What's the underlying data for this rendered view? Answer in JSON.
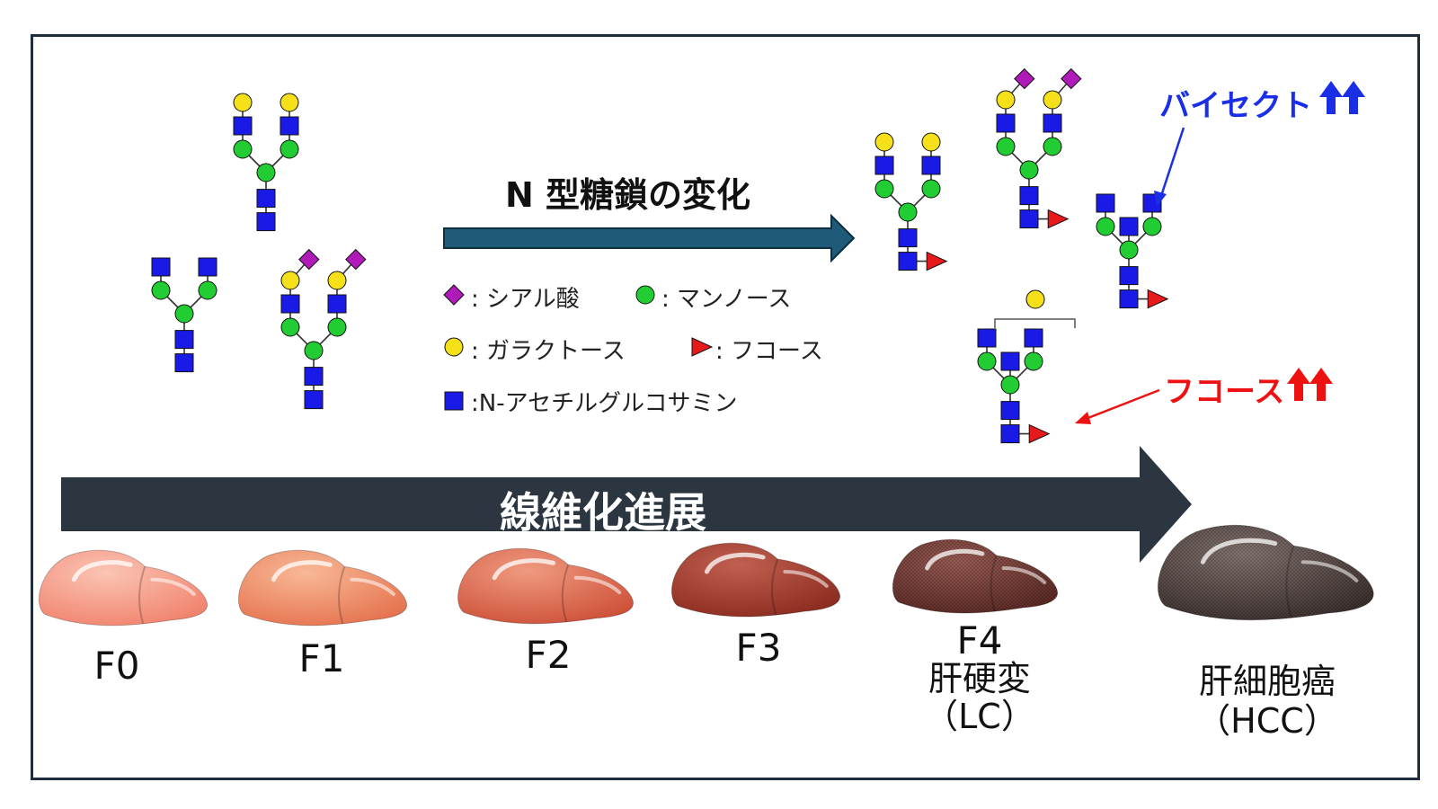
{
  "top_arrow": {
    "label": "N 型糖鎖の変化"
  },
  "bottom_arrow": {
    "label": "線維化進展"
  },
  "legend": {
    "sialic": "シアル酸",
    "mannose": "マンノース",
    "galactose": "ガラクトース",
    "fucose": "フコース",
    "glcnac": "N-アセチルグルコサミン"
  },
  "callouts": {
    "bisect": "バイセクト",
    "fucose": "フコース"
  },
  "stages": [
    {
      "id": "F0",
      "label": "F0",
      "sub": ""
    },
    {
      "id": "F1",
      "label": "F1",
      "sub": ""
    },
    {
      "id": "F2",
      "label": "F2",
      "sub": ""
    },
    {
      "id": "F3",
      "label": "F3",
      "sub": ""
    },
    {
      "id": "F4",
      "label": "F4",
      "sub": "肝硬変",
      "sub2": "（LC）"
    },
    {
      "id": "HCC",
      "label": "肝細胞癌",
      "sub": "（HCC）"
    }
  ],
  "colors": {
    "glcnac": "#1a1ae6",
    "mannose": "#22cc33",
    "galactose": "#f5e01a",
    "sialic": "#b01ab8",
    "fucose": "#e61a1a",
    "arrow_top": "#1f5a78",
    "arrow_bottom": "#2b3640",
    "bisect_text": "#1a2ee6",
    "fucose_text": "#ee1111"
  }
}
